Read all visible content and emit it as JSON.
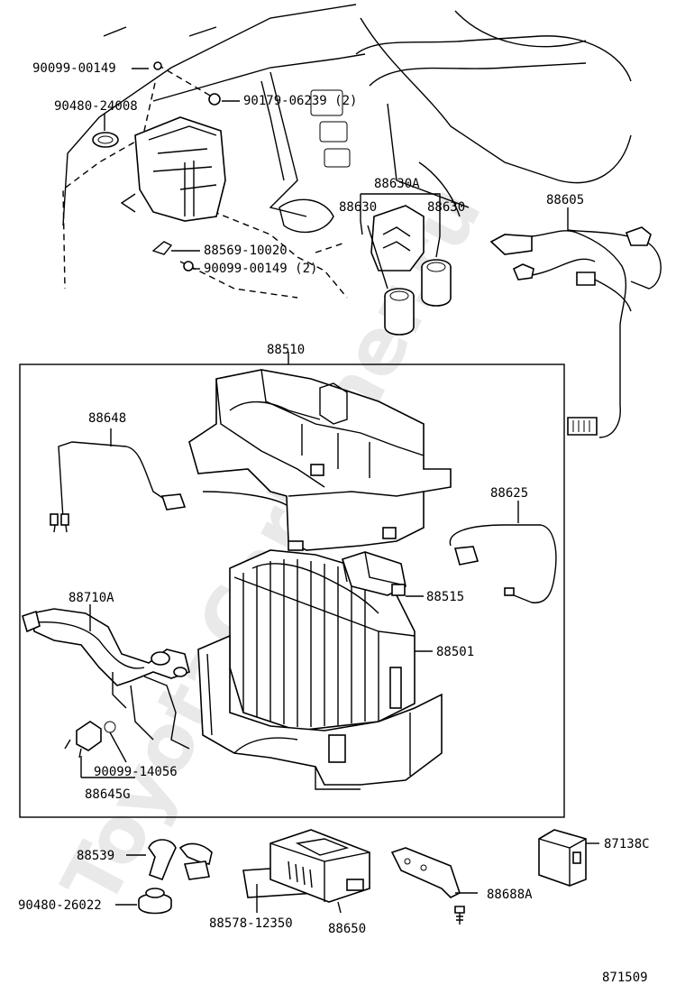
{
  "watermark": "ToyotaCarMiner.ru",
  "diagram_id": "871509",
  "labels": {
    "p90099_00149_top": "90099-00149",
    "p90179_06239": "90179-06239 (2)",
    "p90480_24008": "90480-24008",
    "p88569_10020": "88569-10020",
    "p90099_00149_2": "90099-00149 (2)",
    "p88630A": "88630A",
    "p88630_left": "88630",
    "p88630_right": "88630",
    "p88605": "88605",
    "p88510": "88510",
    "p88648": "88648",
    "p88625": "88625",
    "p88710A": "88710A",
    "p88515": "88515",
    "p88501": "88501",
    "p90099_14056": "90099-14056",
    "p88645G": "88645G",
    "p88539": "88539",
    "p90480_26022": "90480-26022",
    "p88578_12350": "88578-12350",
    "p88650": "88650",
    "p88688A": "88688A",
    "p87138C": "87138C"
  }
}
